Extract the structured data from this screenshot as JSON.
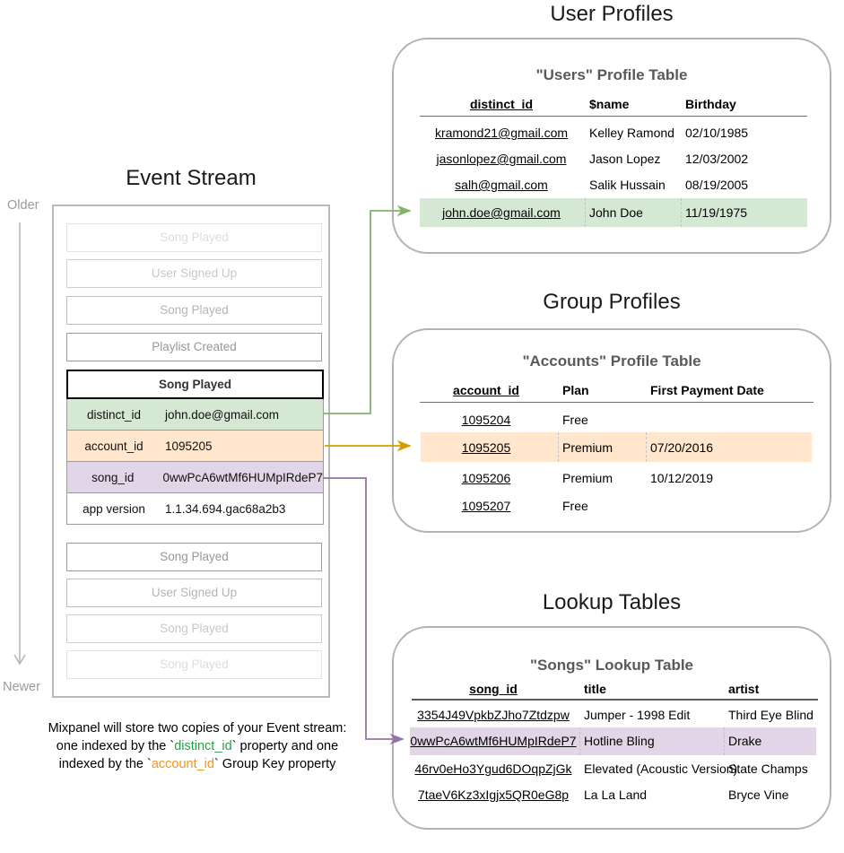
{
  "colors": {
    "green_fill": "#d5e8d4",
    "green_stroke": "#82b366",
    "orange_fill": "#ffe6cc",
    "orange_stroke": "#d79b00",
    "purple_fill": "#e1d5e7",
    "purple_stroke": "#9673a6",
    "caption_green": "#24a148",
    "caption_orange": "#f7941d"
  },
  "event_stream": {
    "title": "Event Stream",
    "older_label": "Older",
    "newer_label": "Newer",
    "events_before": [
      {
        "label": "Song Played"
      },
      {
        "label": "User Signed Up"
      },
      {
        "label": "Song Played"
      },
      {
        "label": "Playlist Created"
      }
    ],
    "selected_event": {
      "title": "Song Played",
      "properties": [
        {
          "key": "distinct_id",
          "value": "john.doe@gmail.com",
          "highlight": "green"
        },
        {
          "key": "account_id",
          "value": "1095205",
          "highlight": "orange"
        },
        {
          "key": "song_id",
          "value": "0wwPcA6wtMf6HUMpIRdeP7",
          "highlight": "purple"
        },
        {
          "key": "app version",
          "value": "1.1.34.694.gac68a2b3",
          "highlight": "none"
        }
      ]
    },
    "events_after": [
      {
        "label": "Song Played"
      },
      {
        "label": "User Signed Up"
      },
      {
        "label": "Song Played"
      },
      {
        "label": "Song Played"
      }
    ],
    "caption": {
      "line1": "Mixpanel will store two copies of your Event stream:",
      "line2_pre": "one indexed by the `",
      "line2_code": "distinct_id",
      "line2_post": "` property and one",
      "line3_pre": "indexed by the `",
      "line3_code": "account_id",
      "line3_post": "` Group Key property"
    }
  },
  "user_profiles": {
    "section_title": "User Profiles",
    "table_title": "\"Users\" Profile Table",
    "columns": [
      "distinct_id",
      "$name",
      "Birthday"
    ],
    "rows": [
      [
        "kramond21@gmail.com",
        "Kelley Ramond",
        "02/10/1985"
      ],
      [
        "jasonlopez@gmail.com",
        "Jason Lopez",
        "12/03/2002"
      ],
      [
        "salh@gmail.com",
        "Salik Hussain",
        "08/19/2005"
      ],
      [
        "john.doe@gmail.com",
        "John Doe",
        "11/19/1975"
      ]
    ],
    "highlighted_row_index": 3
  },
  "group_profiles": {
    "section_title": "Group Profiles",
    "table_title": "\"Accounts\" Profile Table",
    "columns": [
      "account_id",
      "Plan",
      "First Payment Date"
    ],
    "rows": [
      [
        "1095204",
        "Free",
        ""
      ],
      [
        "1095205",
        "Premium",
        "07/20/2016"
      ],
      [
        "1095206",
        "Premium",
        "10/12/2019"
      ],
      [
        "1095207",
        "Free",
        ""
      ]
    ],
    "highlighted_row_index": 1
  },
  "lookup_tables": {
    "section_title": "Lookup Tables",
    "table_title": "\"Songs\" Lookup Table",
    "columns": [
      "song_id",
      "title",
      "artist"
    ],
    "rows": [
      [
        "3354J49VpkbZJho7Ztdzpw",
        "Jumper - 1998 Edit",
        "Third Eye Blind"
      ],
      [
        "0wwPcA6wtMf6HUMpIRdeP7",
        "Hotline Bling",
        "Drake"
      ],
      [
        "46rv0eHo3Ygud6DOqpZjGk",
        "Elevated (Acoustic Version)",
        "State Champs"
      ],
      [
        "7taeV6Kz3xIgjx5QR0eG8p",
        "La La Land",
        "Bryce Vine"
      ]
    ],
    "highlighted_row_index": 1
  }
}
